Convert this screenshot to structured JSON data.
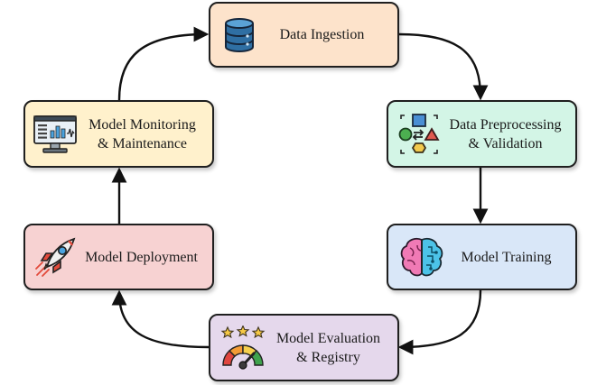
{
  "diagram": {
    "nodes": [
      {
        "id": "ingestion",
        "lines": [
          "Data Ingestion"
        ],
        "icon": "database-icon",
        "color": "#fde3cb"
      },
      {
        "id": "preprocess",
        "lines": [
          "Data Preprocessing",
          "& Validation"
        ],
        "icon": "shapes-flow-icon",
        "color": "#d3f5e6"
      },
      {
        "id": "training",
        "lines": [
          "Model Training"
        ],
        "icon": "brain-icon",
        "color": "#d9e7f8"
      },
      {
        "id": "evaluation",
        "lines": [
          "Model Evaluation",
          "& Registry"
        ],
        "icon": "gauge-stars-icon",
        "color": "#e5d8ec"
      },
      {
        "id": "deployment",
        "lines": [
          "Model Deployment"
        ],
        "icon": "rocket-icon",
        "color": "#f7d2d2"
      },
      {
        "id": "monitoring",
        "lines": [
          "Model Monitoring",
          "& Maintenance"
        ],
        "icon": "monitor-chart-icon",
        "color": "#fff1cc"
      }
    ],
    "edges": [
      {
        "from": "ingestion",
        "to": "preprocess"
      },
      {
        "from": "preprocess",
        "to": "training"
      },
      {
        "from": "training",
        "to": "evaluation"
      },
      {
        "from": "evaluation",
        "to": "deployment"
      },
      {
        "from": "deployment",
        "to": "monitoring"
      },
      {
        "from": "monitoring",
        "to": "ingestion"
      }
    ]
  }
}
